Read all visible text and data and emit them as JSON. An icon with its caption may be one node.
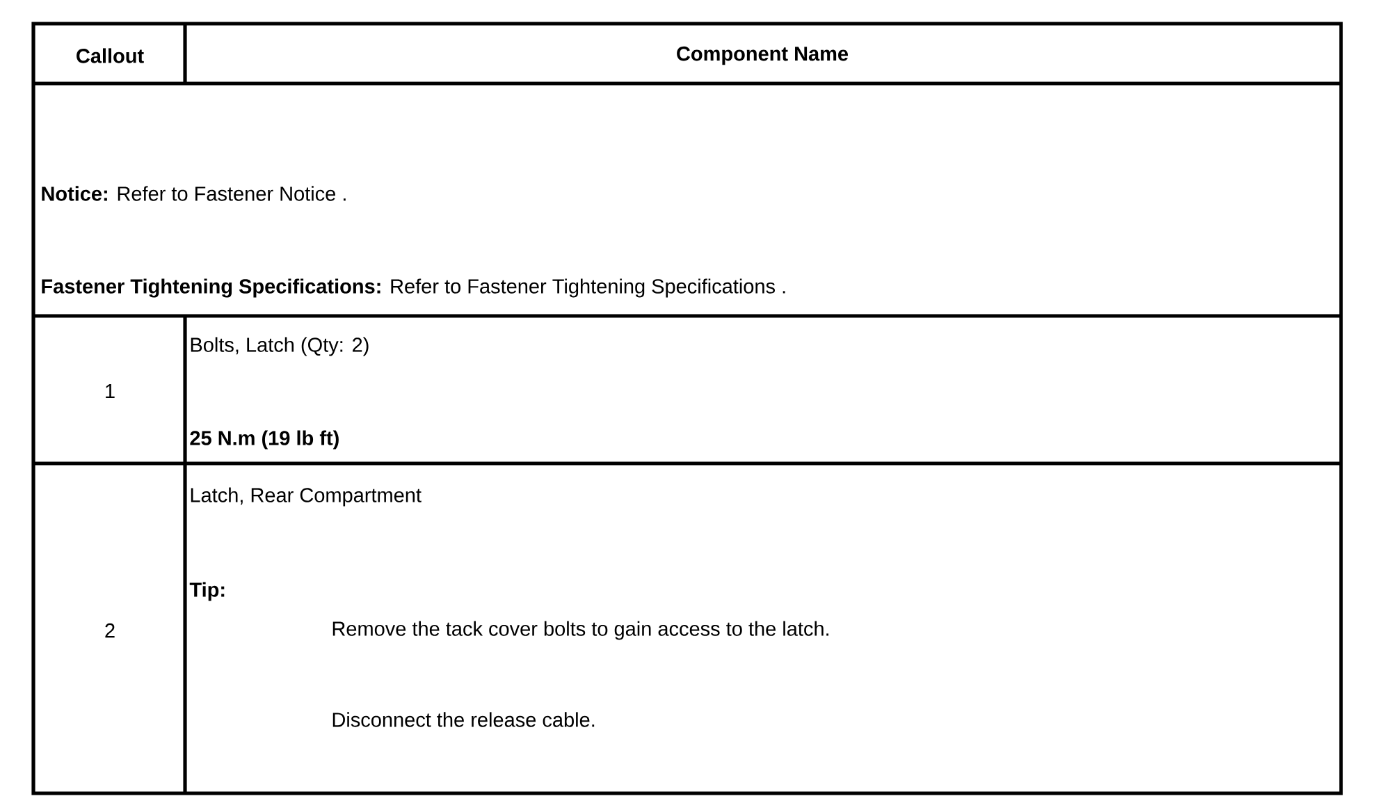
{
  "diagram": {
    "labels": [
      "Callout",
      "Component Name",
      "**Notice:** Refer to Fastener Notice .",
      "**Fastener Tightening Specifications:** Refer to Fastener Tightening Specifications .",
      "1",
      "Bolts, Latch (Qty: 2)",
      "25 N.m (19 lb ft)",
      "2",
      "Latch, Rear Compartment",
      "Tip:",
      "Remove the tack cover bolts to gain access to the latch.",
      "Disconnect the release cable."
    ]
  }
}
